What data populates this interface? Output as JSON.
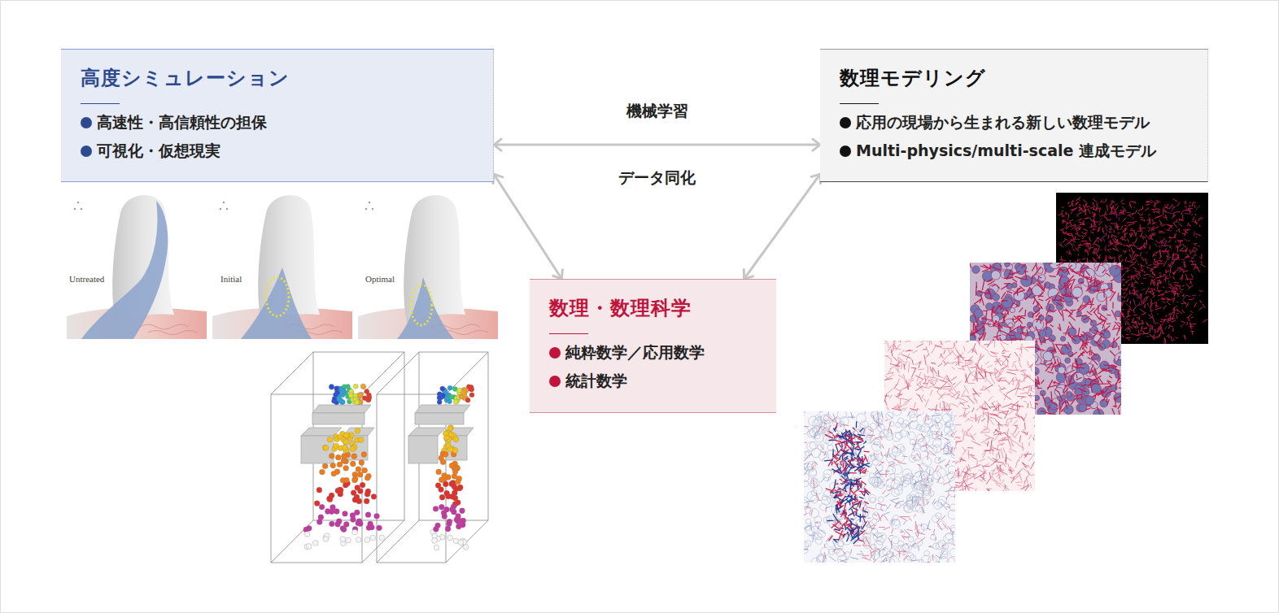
{
  "diagram": {
    "nodes": [
      {
        "text": [
          "高度シミュレーション",
          "高速性・高信頼性の担保",
          "可視化・仮想現実"
        ]
      },
      {
        "text": [
          "数理モデリング",
          "応用の現場から生まれる新しい数理モデル",
          "Multi-physics/multi-scale 連成モデル"
        ]
      },
      {
        "text": [
          "数理・数理科学",
          "純粋数学／応用数学",
          "統計数学"
        ]
      }
    ],
    "edges": [
      {
        "from": 0,
        "to": 1,
        "arrow": "both",
        "label": "機械学習"
      },
      {
        "from": 0,
        "to": 2,
        "arrow": "both"
      },
      {
        "from": 1,
        "to": 2,
        "arrow": "both"
      }
    ],
    "labels": [
      "データ同化",
      "Untreated",
      "Initial",
      "Optimal"
    ]
  }
}
